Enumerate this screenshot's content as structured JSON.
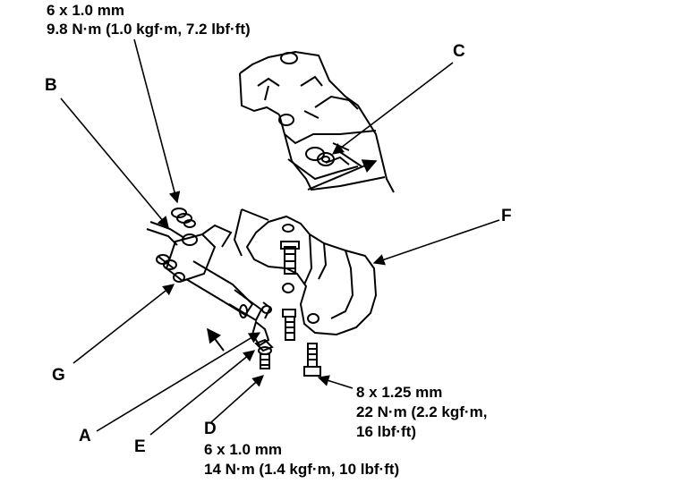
{
  "specs": {
    "top": {
      "size": "6 x 1.0 mm",
      "torque": "9.8 N·m (1.0 kgf·m, 7.2 lbf·ft)"
    },
    "right": {
      "size": "8 x 1.25 mm",
      "torque_line1": "22 N·m (2.2 kgf·m,",
      "torque_line2": "16 lbf·ft)"
    },
    "bottom": {
      "size": "6 x 1.0 mm",
      "torque": "14 N·m (1.4 kgf·m, 10 lbf·ft)"
    }
  },
  "callouts": {
    "a": "A",
    "b": "B",
    "c": "C",
    "d": "D",
    "e": "E",
    "f": "F",
    "g": "G"
  },
  "colors": {
    "ink": "#000000",
    "paper": "#ffffff"
  }
}
